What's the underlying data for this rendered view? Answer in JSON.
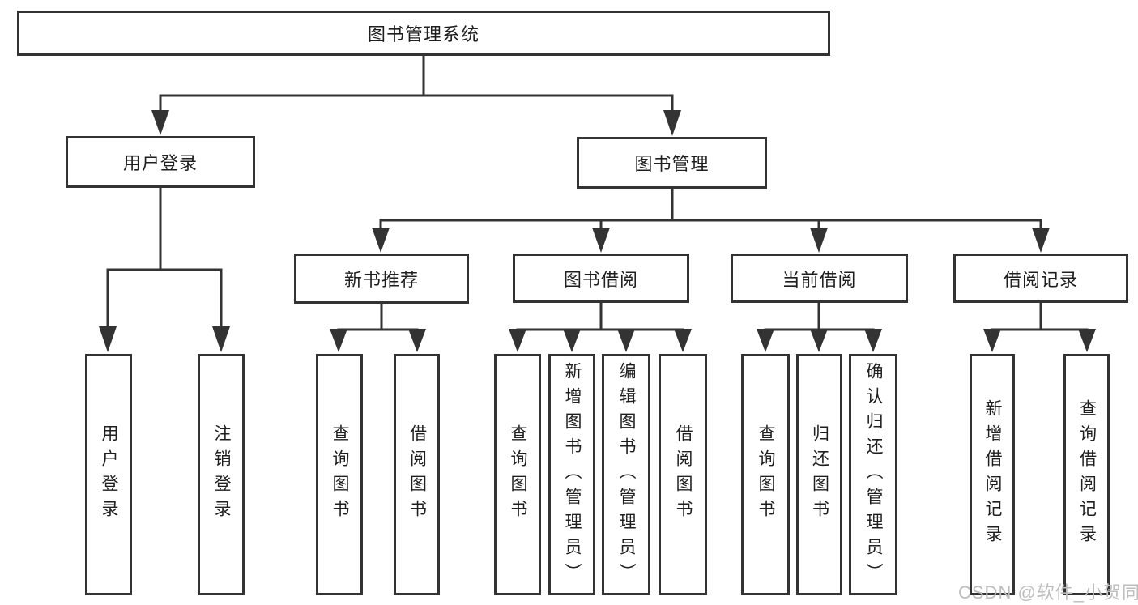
{
  "diagram_title": "图书管理系统",
  "tree": {
    "root": "图书管理系统",
    "level2": [
      {
        "label": "用户登录",
        "children": [
          "用户登录",
          "注销登录"
        ]
      },
      {
        "label": "图书管理",
        "children": [
          {
            "label": "新书推荐",
            "children": [
              "查询图书",
              "借阅图书"
            ]
          },
          {
            "label": "图书借阅",
            "children": [
              "查询图书",
              "新增图书（管理员）",
              "编辑图书（管理员）",
              "借阅图书"
            ]
          },
          {
            "label": "当前借阅",
            "children": [
              "查询图书",
              "归还图书",
              "确认归还（管理员）"
            ]
          },
          {
            "label": "借阅记录",
            "children": [
              "新增借阅记录",
              "查询借阅记录"
            ]
          }
        ]
      }
    ]
  },
  "watermark": {
    "text": "CSDN @软件_小贺同学"
  },
  "colors": {
    "line": "#333333",
    "text": "#1f1f1f",
    "watermark": "#bdbdbd",
    "background": "#ffffff"
  }
}
